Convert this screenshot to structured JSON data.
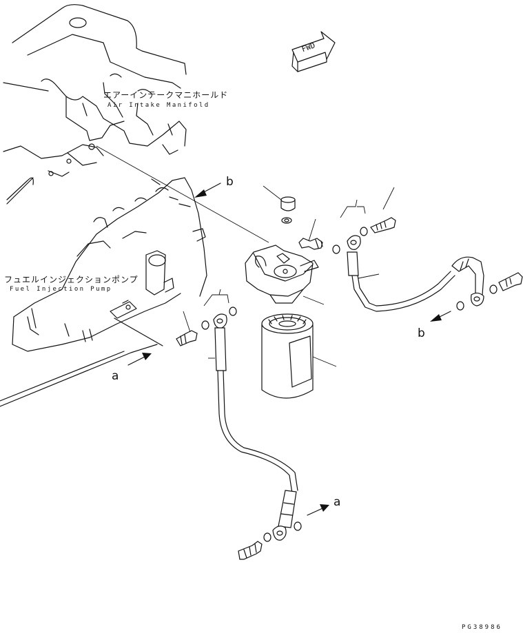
{
  "labels": {
    "air_intake_jp": "エアーインテークマニホールド",
    "air_intake_en": "Air Intake Manifold",
    "fuel_pump_jp": "フュエルインジェクションポンプ",
    "fuel_pump_en": "Fuel Injection Pump",
    "fwd": "FWD",
    "ref_b_top": "b",
    "ref_b_right": "b",
    "ref_a_left": "a",
    "ref_a_bottom": "a",
    "figure_code": "PG38986"
  }
}
